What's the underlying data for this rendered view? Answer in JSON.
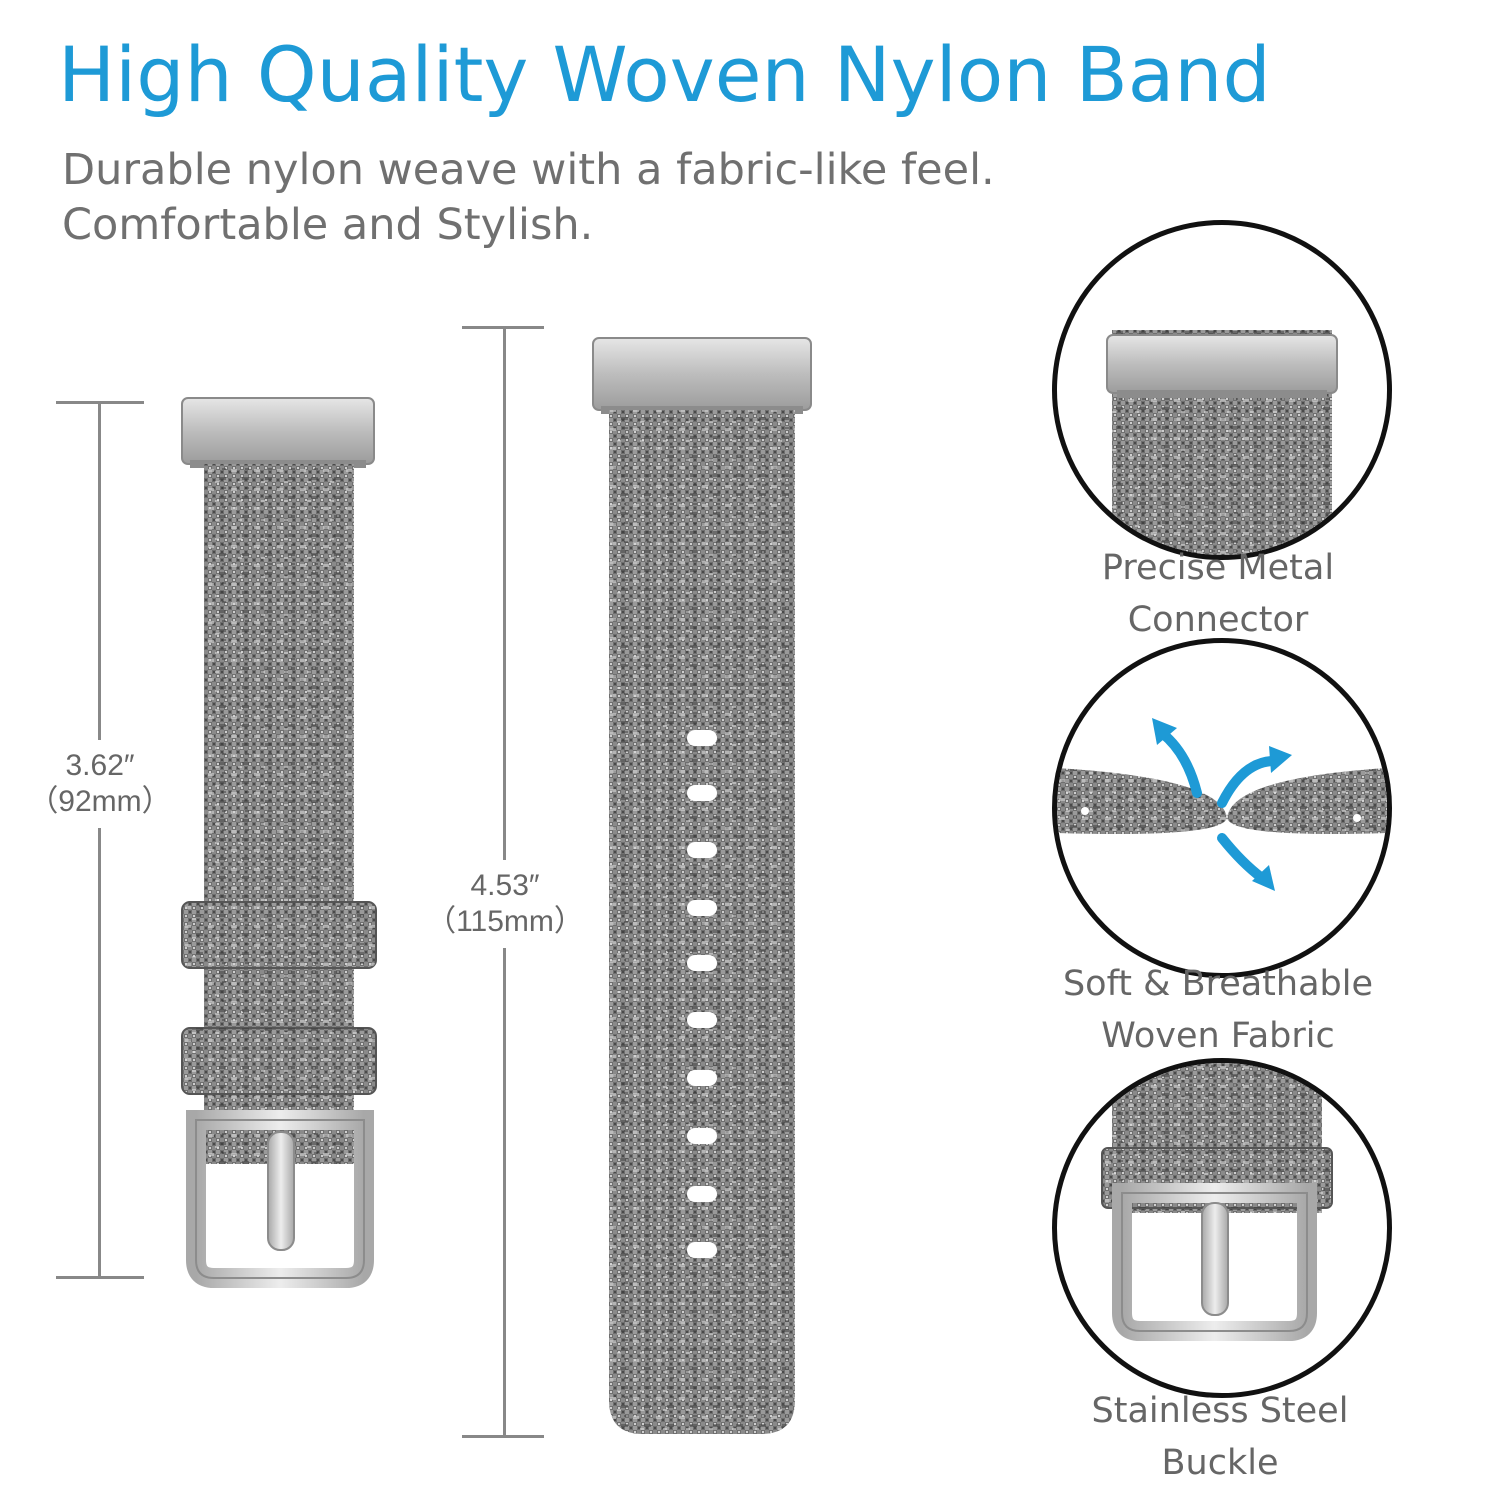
{
  "headline": "High Quality Woven Nylon Band",
  "description": {
    "line1": "Durable nylon weave with a fabric-like feel.",
    "line2": "Comfortable and Stylish."
  },
  "dimensions": {
    "short_band": {
      "inches": "3.62″",
      "mm": "（92mm）"
    },
    "long_band": {
      "inches": "4.53″",
      "mm": "（115mm）"
    }
  },
  "features": [
    {
      "line1": "Precise Metal",
      "line2": "Connector"
    },
    {
      "line1": "Soft & Breathable",
      "line2": "Woven Fabric"
    },
    {
      "line1": "Stainless Steel",
      "line2": "Buckle"
    }
  ],
  "colors": {
    "title": "#1e9ad6",
    "text": "#707070",
    "fabric": "#7a7a7a",
    "metal": "#c8c8c8",
    "arrow": "#1e9ad6"
  }
}
